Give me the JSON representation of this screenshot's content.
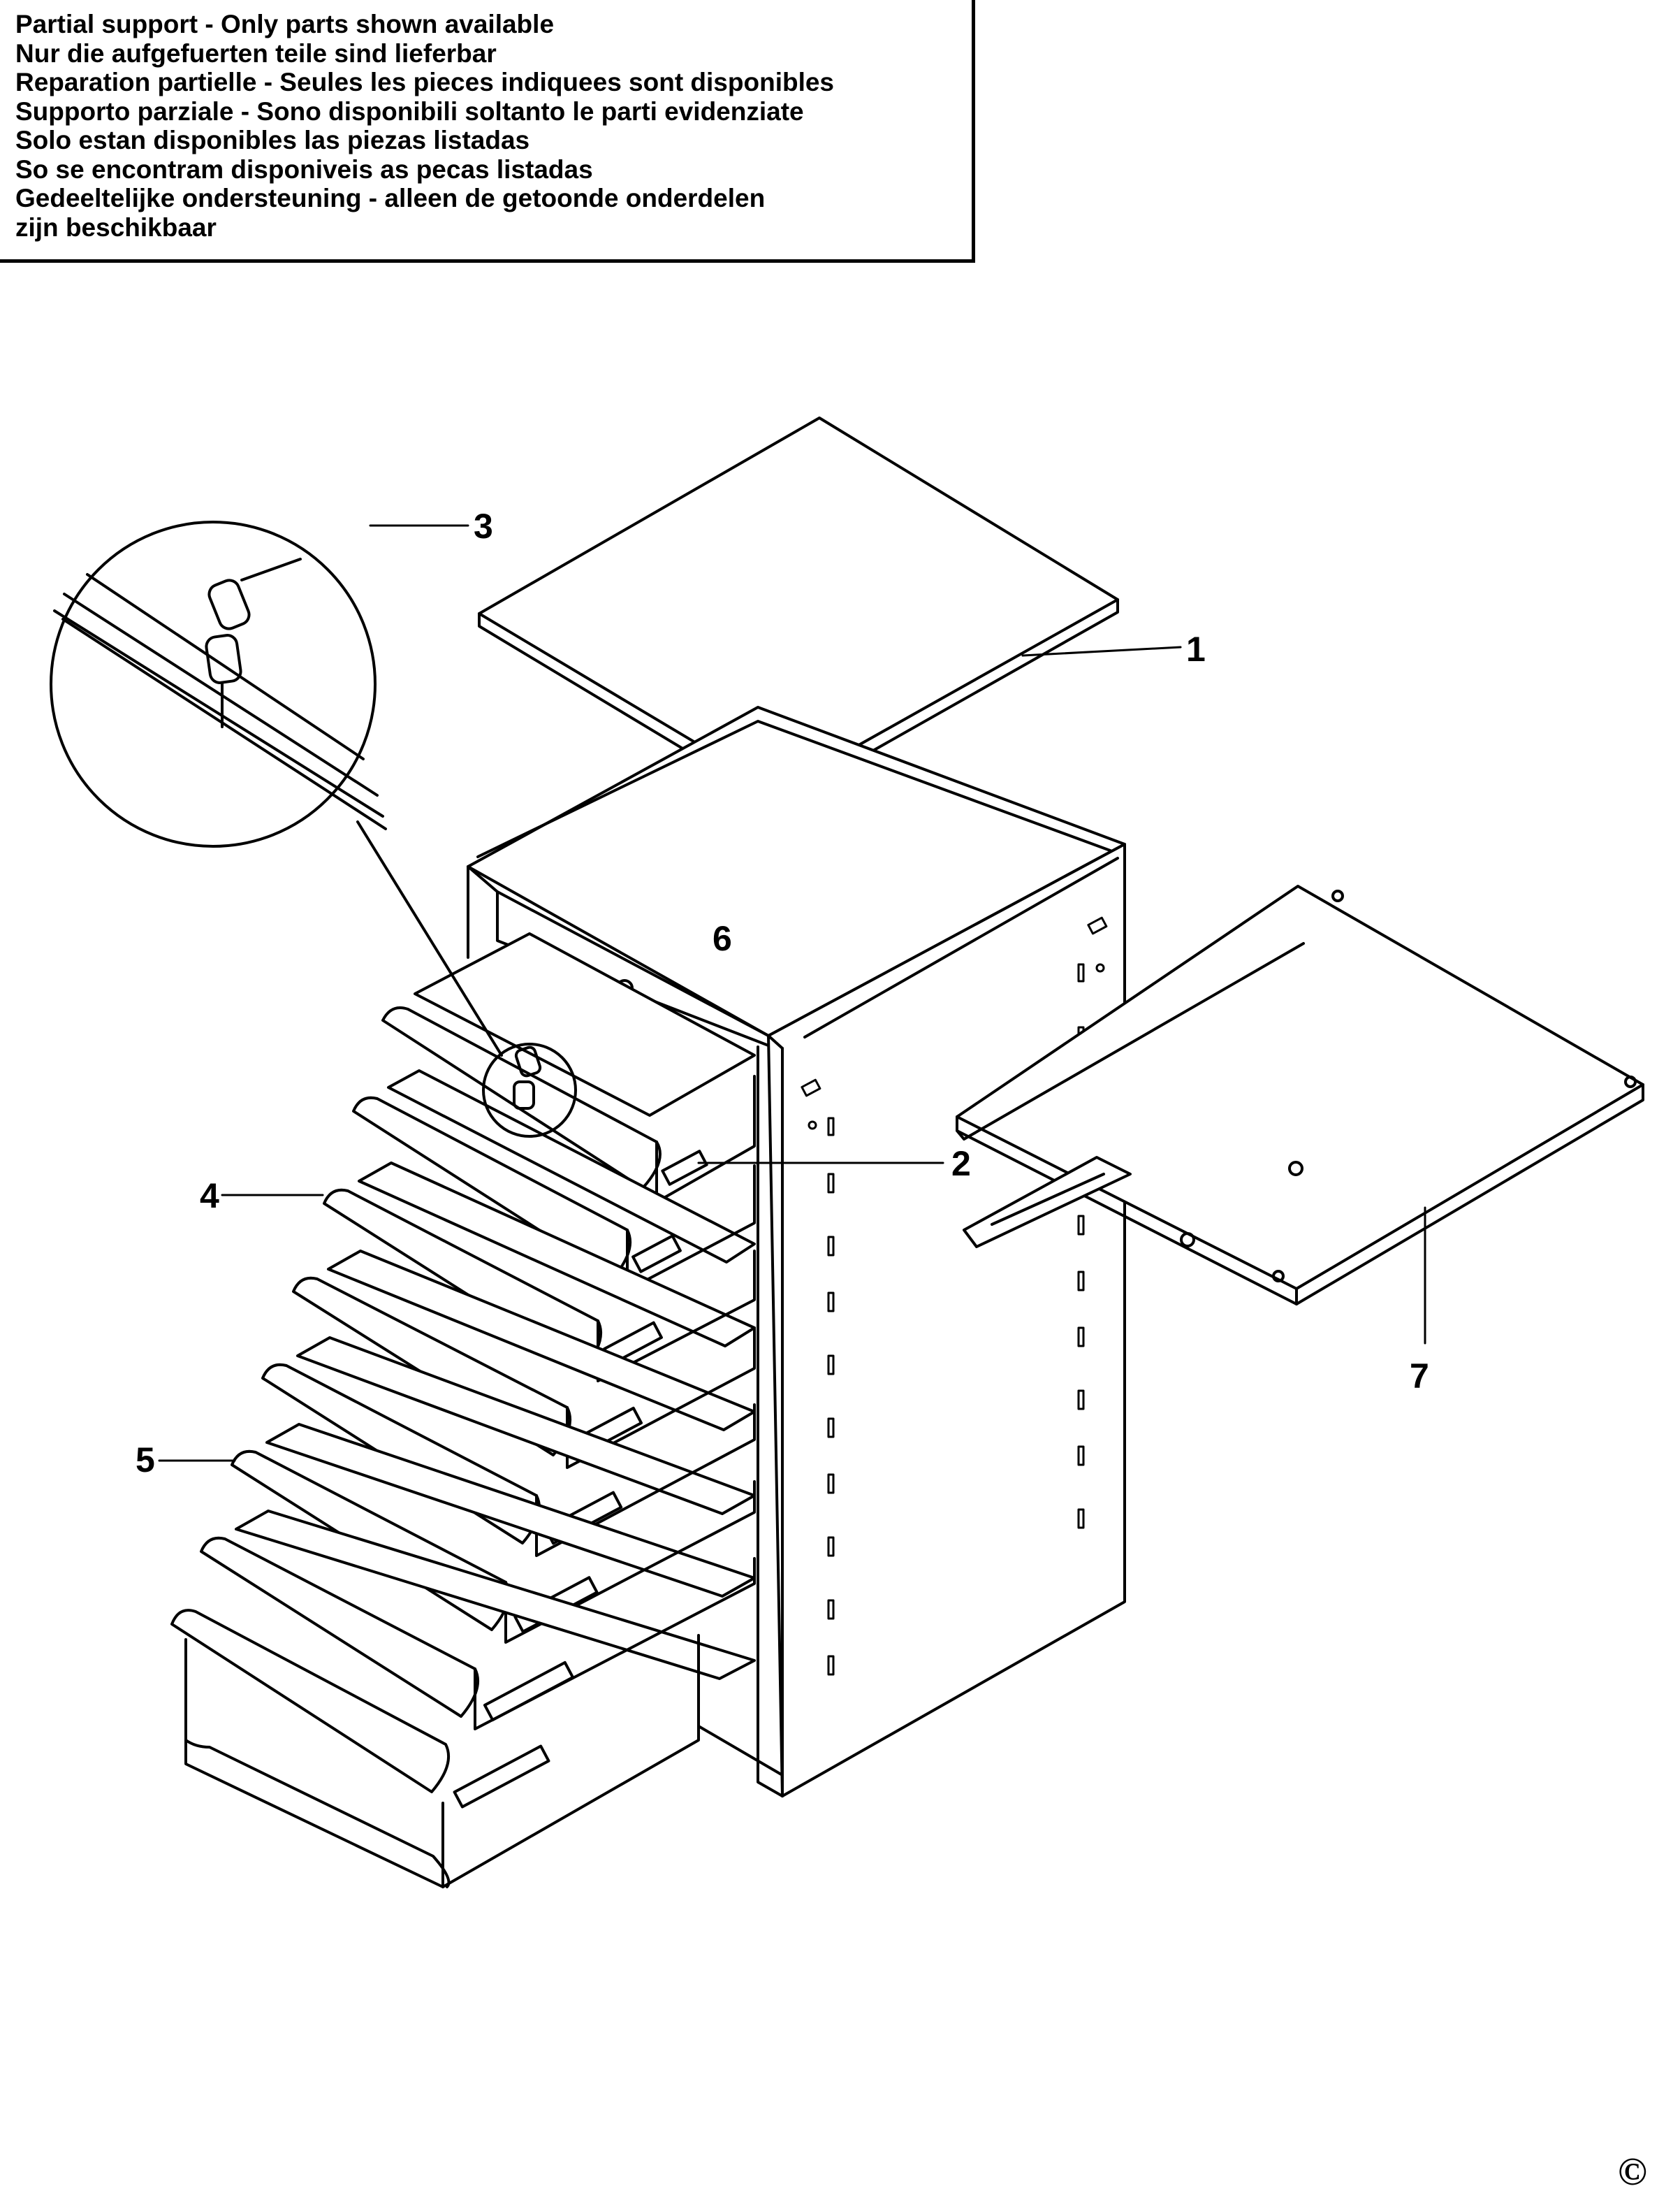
{
  "notice": {
    "lines": [
      "Partial support - Only parts shown available",
      "Nur die aufgefuerten teile sind lieferbar",
      "Reparation partielle - Seules les pieces indiquees sont disponibles",
      "Supporto parziale - Sono disponibili soltanto le parti evidenziate",
      "Solo estan disponibles las piezas listadas",
      "So se encontram disponiveis as pecas listadas",
      "Gedeeltelijke ondersteuning - alleen de getoonde onderdelen",
      "zijn beschikbaar"
    ]
  },
  "callouts": {
    "c1": "1",
    "c2": "2",
    "c3": "3",
    "c4": "4",
    "c5": "5",
    "c6": "6",
    "c7": "7"
  },
  "copyright_mark": "©"
}
